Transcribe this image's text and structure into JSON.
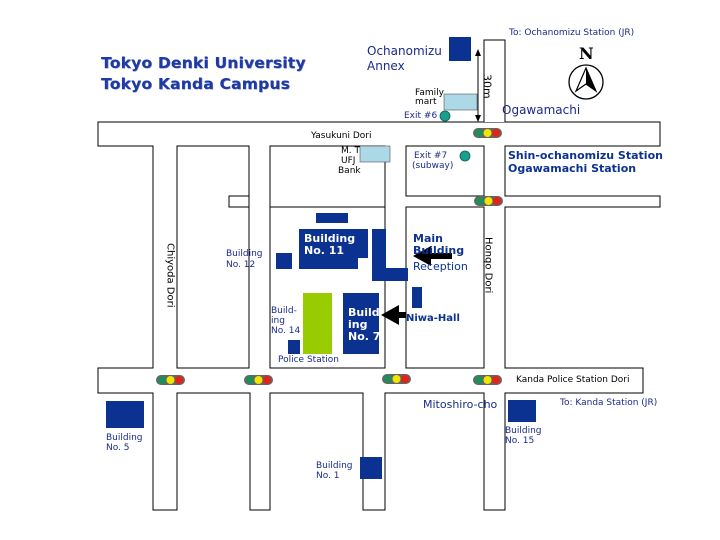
{
  "title": {
    "line1": "Tokyo Denki University",
    "line2": "Tokyo Kanda Campus"
  },
  "compass": {
    "label": "N"
  },
  "colors": {
    "building": "#0c3291",
    "green_area": "#99cc00",
    "light_building": "#add8e6",
    "road": "#ffffff",
    "road_outline": "#000000",
    "exit_marker": "#1a9e8e"
  },
  "labels": {
    "to_ochanomizu": "To: Ochanomizu Station (JR)",
    "ochanomizu_annex_1": "Ochanomizu",
    "ochanomizu_annex_2": "Annex",
    "distance": "30m",
    "family_mart_1": "Family",
    "family_mart_2": "mart",
    "exit6": "Exit #6",
    "ogawamachi": "Ogawamachi",
    "yasukuni_dori": "Yasukuni Dori",
    "bank_1": "M. T",
    "bank_2": "UFJ",
    "bank_3": "Bank",
    "exit7_1": "Exit #7",
    "exit7_2": "(subway)",
    "station_1": "Shin-ochanomizu Station",
    "station_2": "Ogawamachi Station",
    "chiyoda_dori": "Chiyoda Dori",
    "hongo_dori": "Hongo Dori",
    "building12_1": "Building",
    "building12_2": "No. 12",
    "building11_1": "Building",
    "building11_2": "No. 11",
    "main_building_1": "Main",
    "main_building_2": "Building",
    "reception": "Reception",
    "building14_1": "Build-",
    "building14_2": "ing",
    "building14_3": "No. 14",
    "building7_1": "Build",
    "building7_2": "ing",
    "building7_3": "No. 7",
    "niwa_hall": "Niwa-Hall",
    "police_station": "Police Station",
    "kanda_police_dori": "Kanda Police Station Dori",
    "mitoshiro_cho": "Mitoshiro-cho",
    "to_kanda": "To: Kanda Station (JR)",
    "building15_1": "Building",
    "building15_2": "No. 15",
    "building5_1": "Building",
    "building5_2": "No. 5",
    "building1_1": "Building",
    "building1_2": "No. 1"
  }
}
